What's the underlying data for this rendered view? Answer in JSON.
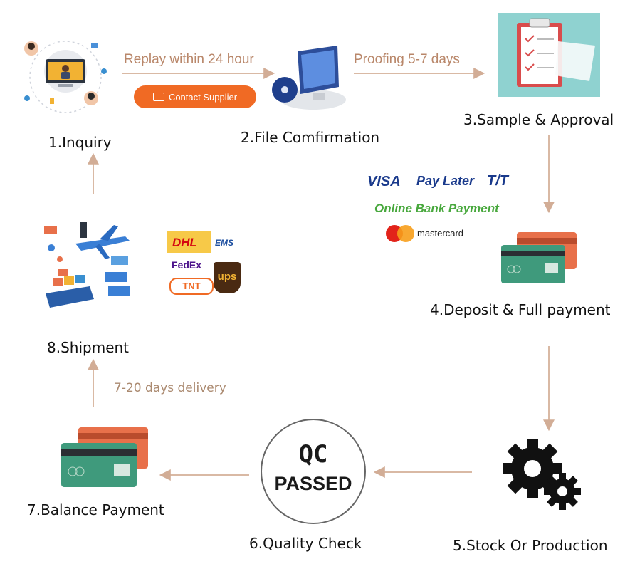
{
  "steps": {
    "s1": "1.Inquiry",
    "s2": "2.File Comfirmation",
    "s3": "3.Sample & Approval",
    "s4": "4.Deposit & Full payment",
    "s5": "5.Stock Or Production",
    "s6": "6.Quality Check",
    "s7": "7.Balance Payment",
    "s8": "8.Shipment"
  },
  "arrows": {
    "reply": "Replay within 24 hour",
    "proofing": "Proofing 5-7 days",
    "delivery": "7-20 days delivery"
  },
  "contact_button": "Contact Supplier",
  "payment": {
    "visa": "VISA",
    "pay_later": "Pay Later",
    "tt": "T/T",
    "online": "Online Bank Payment",
    "mastercard": "mastercard"
  },
  "qc": {
    "top": "QC",
    "bottom": "PASSED"
  },
  "carriers": {
    "dhl": "DHL",
    "ems": "EMS",
    "fedex": "FedEx",
    "tnt": "TNT",
    "ups": "ups"
  },
  "colors": {
    "arrow": "#d9b9a4",
    "accent": "#f06a24",
    "card_front": "#3f9a7c",
    "card_back": "#e8704a"
  }
}
